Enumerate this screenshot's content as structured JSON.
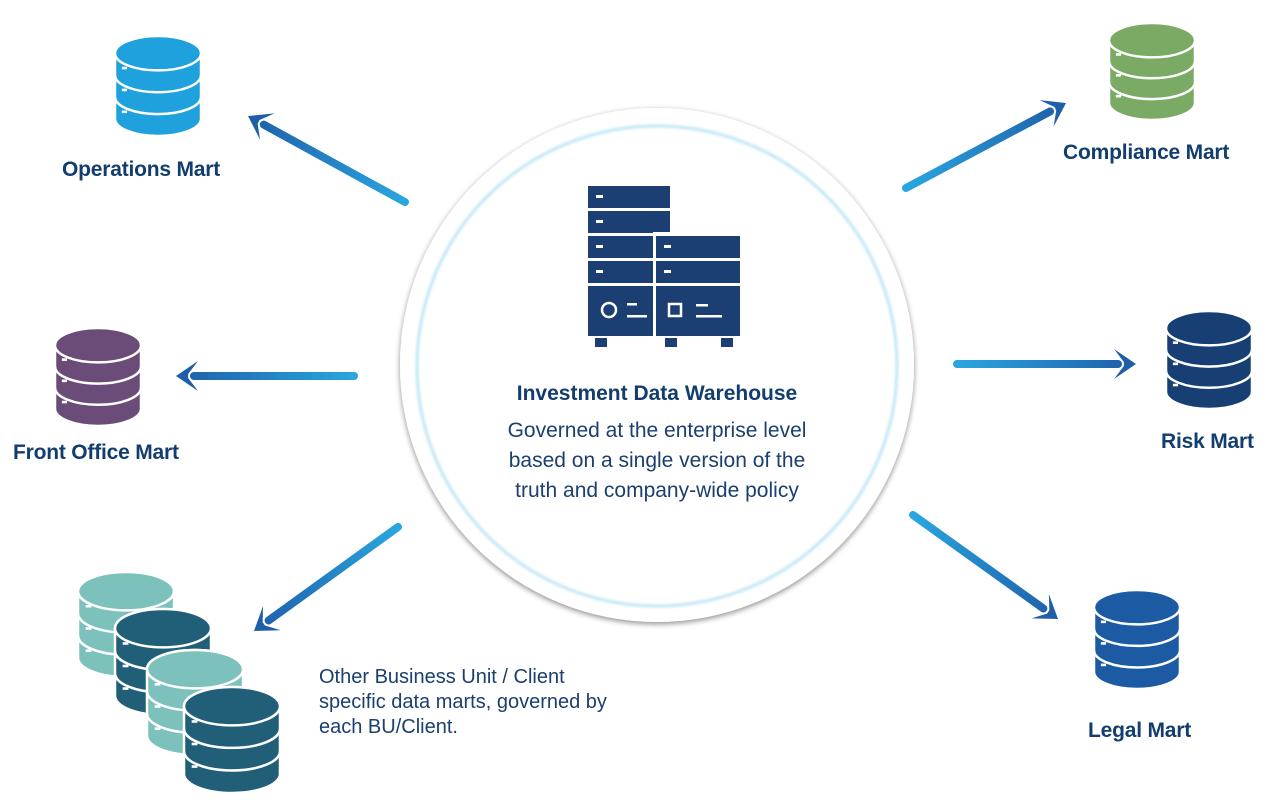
{
  "center": {
    "title": "Investment Data Warehouse",
    "description_lines": [
      "Governed at the enterprise level",
      "based on a single version of the",
      "truth and company-wide policy"
    ],
    "icon": "server-rack-icon",
    "icon_color": "#1b3f73"
  },
  "marts": {
    "operations": {
      "label": "Operations Mart",
      "icon": "database-icon",
      "color": "#1ea1dc"
    },
    "compliance": {
      "label": "Compliance Mart",
      "icon": "database-icon",
      "color": "#7aaa64"
    },
    "front_office": {
      "label": "Front Office Mart",
      "icon": "database-icon",
      "color": "#6b4c78"
    },
    "risk": {
      "label": "Risk Mart",
      "icon": "database-icon",
      "color": "#173f73"
    },
    "legal": {
      "label": "Legal Mart",
      "icon": "database-icon",
      "color": "#1c5aa3"
    },
    "other": {
      "description_lines": [
        "Other Business Unit / Client",
        "specific data marts, governed by",
        "each BU/Client."
      ],
      "icon": "stacked-databases-icon",
      "colors": [
        "#7cc1bb",
        "#215f78"
      ]
    }
  },
  "colors": {
    "label_text": "#123d6e",
    "arrow_tail": "#29a6e0",
    "arrow_head": "#1f5ea8",
    "ring": "#bfe6f6"
  },
  "arrows": [
    {
      "from": "center",
      "to": "operations"
    },
    {
      "from": "center",
      "to": "compliance"
    },
    {
      "from": "center",
      "to": "front_office"
    },
    {
      "from": "center",
      "to": "risk"
    },
    {
      "from": "center",
      "to": "other"
    },
    {
      "from": "center",
      "to": "legal"
    }
  ]
}
